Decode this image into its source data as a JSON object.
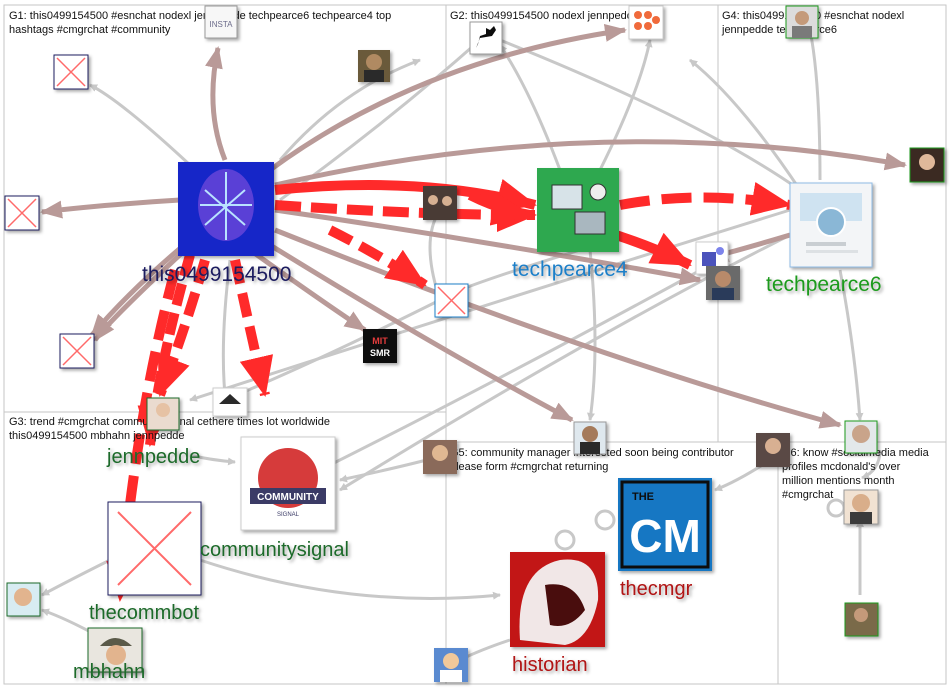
{
  "colors": {
    "edge_gray": "#c8c8c8",
    "edge_brown": "#b99a98",
    "edge_red": "#ff2a2a",
    "label_navy": "#1a1a5e",
    "label_blue": "#1e7fc8",
    "label_green": "#1f9a1f",
    "label_darkgreen": "#1e6a2a",
    "label_darkred": "#b01212",
    "group_border": "#c6c6c6"
  },
  "groups": [
    {
      "id": "G1",
      "caption_lines": [
        "G1: this0499154500 #esnchat nodexl jennpedde techpearce6 techpearce4 top",
        "hashtags #cmgrchat #community"
      ]
    },
    {
      "id": "G2",
      "caption_lines": [
        "G2: this0499154500 nodexl jennpedde"
      ]
    },
    {
      "id": "G4",
      "caption_lines": [
        "G4: this0499154500 #esnchat nodexl",
        "jennpedde techpearce6"
      ]
    },
    {
      "id": "G3",
      "caption_lines": [
        "G3: trend #cmgrchat communitysignal cethere times lot worldwide",
        "this0499154500 mbhahn jennpedde"
      ]
    },
    {
      "id": "G5",
      "caption_lines": [
        "G5: community manager interested soon being contributor",
        "please form #cmgrchat returning"
      ]
    },
    {
      "id": "G6",
      "caption_lines": [
        "G6: know #socialmedia media",
        "profiles mcdonald's over",
        "million mentions month",
        "#cmgrchat"
      ]
    }
  ],
  "node_labels": {
    "this0499154500": "this0499154500",
    "techpearce4": "techpearce4",
    "techpearce6": "techpearce6",
    "jennpedde": "jennpedde",
    "communitysignal": "communitysignal",
    "thecommbot": "thecommbot",
    "mbhahn": "mbhahn",
    "historian": "historian",
    "thecmgr": "thecmgr"
  },
  "logo_text": {
    "cm_the": "THE",
    "cm": "CM",
    "community": "COMMUNITY",
    "signal": "SIGNAL",
    "mit": "MIT",
    "smr": "SMR",
    "insta": "INSTA"
  }
}
